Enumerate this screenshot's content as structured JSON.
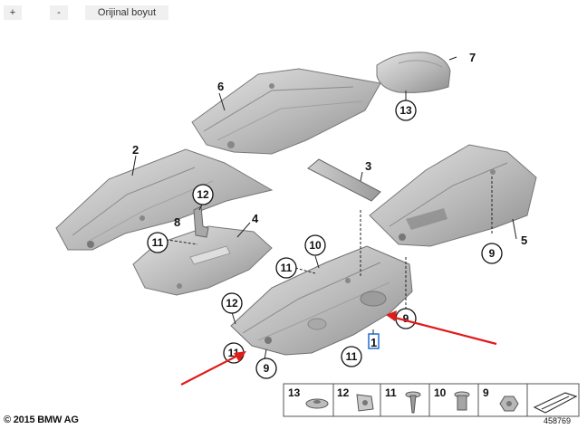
{
  "toolbar": {
    "zoom_in_label": "+",
    "zoom_out_label": "-",
    "original_size_label": "Orijinal boyut"
  },
  "diagram": {
    "callouts": {
      "c1": "1",
      "c2": "2",
      "c3": "3",
      "c4": "4",
      "c5": "5",
      "c6": "6",
      "c7": "7",
      "c8": "8",
      "c9a": "9",
      "c9b": "9",
      "c9c": "9",
      "c10": "10",
      "c11a": "11",
      "c11b": "11",
      "c11c": "11",
      "c11d": "11",
      "c12a": "12",
      "c12b": "12",
      "c13": "13"
    },
    "legend": [
      "13",
      "12",
      "11",
      "10",
      "9"
    ],
    "copyright": "© 2015 BMW AG",
    "image_number": "458769",
    "highlighted_part": "1",
    "arrow_color": "#e01b1b",
    "highlight_color": "#1f6fd6"
  }
}
